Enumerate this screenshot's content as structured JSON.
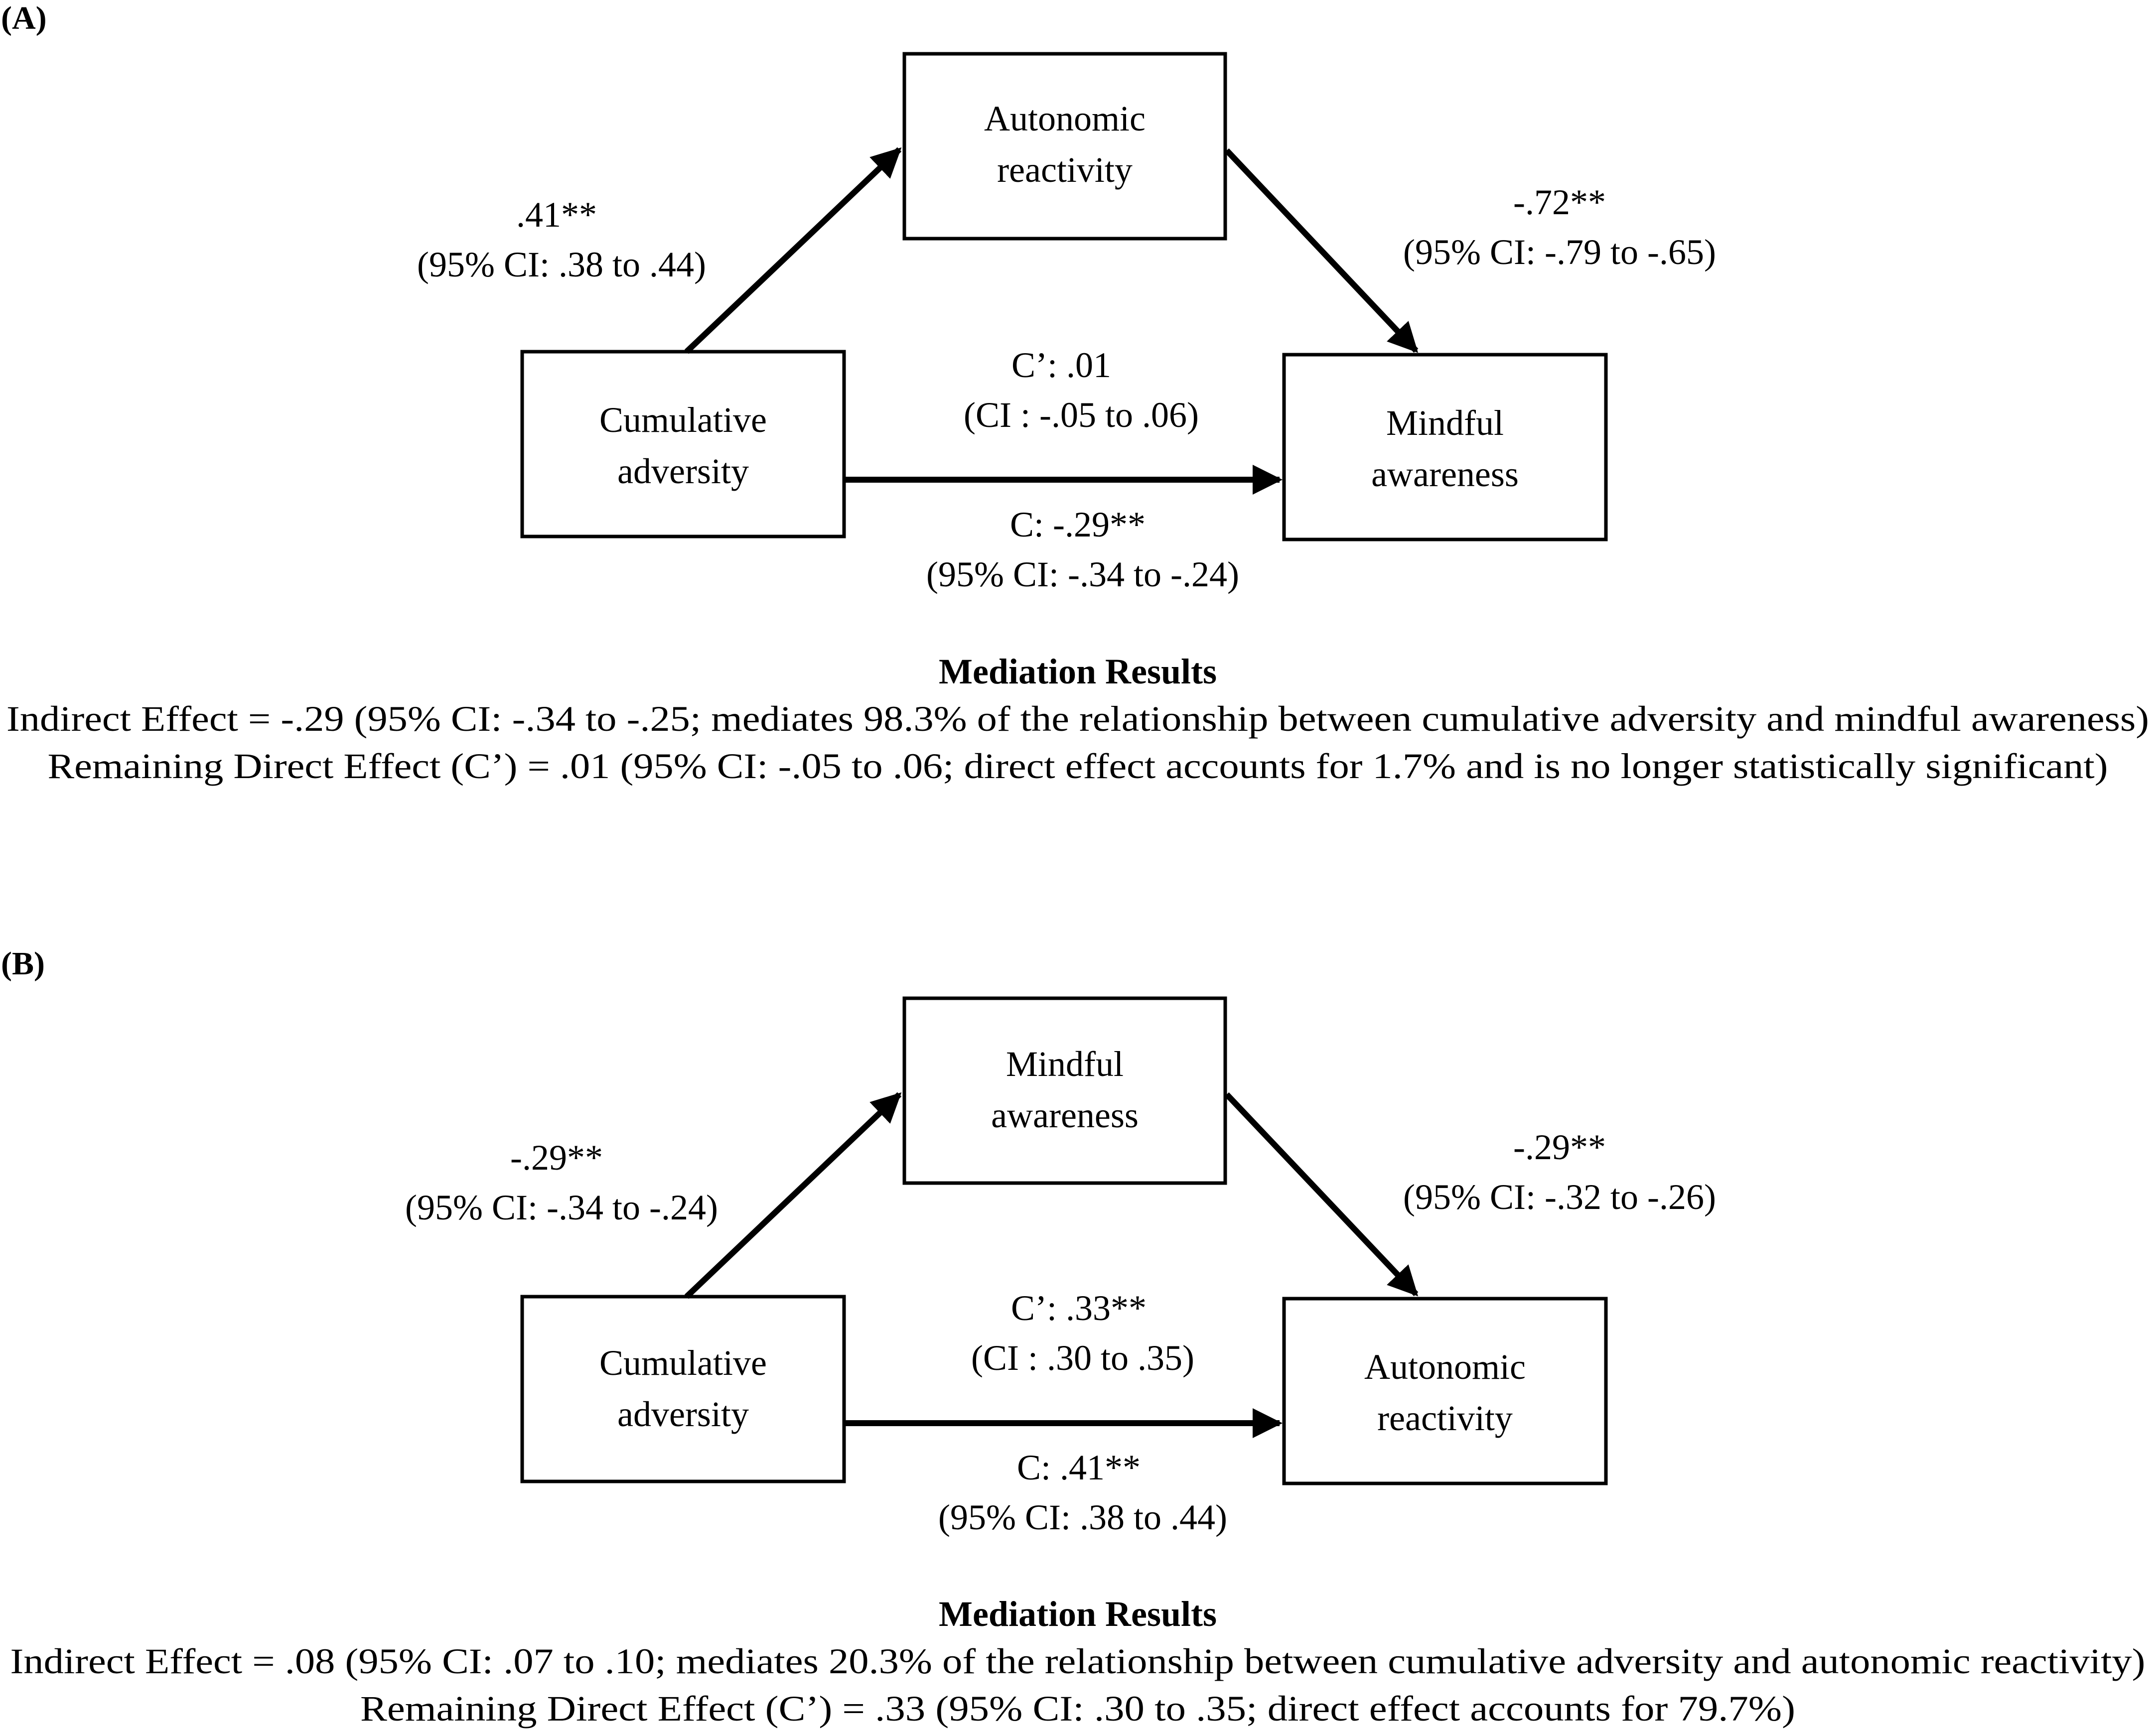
{
  "panels": [
    {
      "letter": "(A)",
      "top_box": {
        "line1": "Autonomic",
        "line2": "reactivity"
      },
      "left_box": {
        "line1": "Cumulative",
        "line2": "adversity"
      },
      "right_box": {
        "line1": "Mindful",
        "line2": "awareness"
      },
      "path_a": {
        "coef": ".41**",
        "ci": "(95% CI: .38 to .44)"
      },
      "path_b": {
        "coef": "-.72**",
        "ci": "(95% CI: -.79 to -.65)"
      },
      "path_c_prime": {
        "coef": "C’: .01",
        "ci": "(CI : -.05 to .06)"
      },
      "path_c": {
        "coef": "C: -.29**",
        "ci": "(95% CI: -.34 to -.24)"
      },
      "results": {
        "title": "Mediation Results",
        "line1": "Indirect Effect = -.29 (95% CI: -.34 to -.25; mediates 98.3% of the relationship between cumulative adversity and mindful awareness)",
        "line2": "Remaining Direct Effect (C’) = .01 (95% CI: -.05 to .06; direct effect accounts for 1.7% and is no longer statistically significant)"
      }
    },
    {
      "letter": "(B)",
      "top_box": {
        "line1": "Mindful",
        "line2": "awareness"
      },
      "left_box": {
        "line1": "Cumulative",
        "line2": "adversity"
      },
      "right_box": {
        "line1": "Autonomic",
        "line2": "reactivity"
      },
      "path_a": {
        "coef": "-.29**",
        "ci": "(95% CI: -.34 to -.24)"
      },
      "path_b": {
        "coef": "-.29**",
        "ci": "(95% CI: -.32 to -.26)"
      },
      "path_c_prime": {
        "coef": "C’: .33**",
        "ci": "(CI : .30 to .35)"
      },
      "path_c": {
        "coef": "C: .41**",
        "ci": "(95% CI: .38 to .44)"
      },
      "results": {
        "title": "Mediation Results",
        "line1": "Indirect Effect = .08 (95% CI: .07 to .10; mediates 20.3% of the relationship between cumulative adversity and autonomic reactivity)",
        "line2": "Remaining Direct Effect (C’) = .33 (95% CI: .30 to .35; direct effect accounts for 79.7%)"
      }
    }
  ]
}
